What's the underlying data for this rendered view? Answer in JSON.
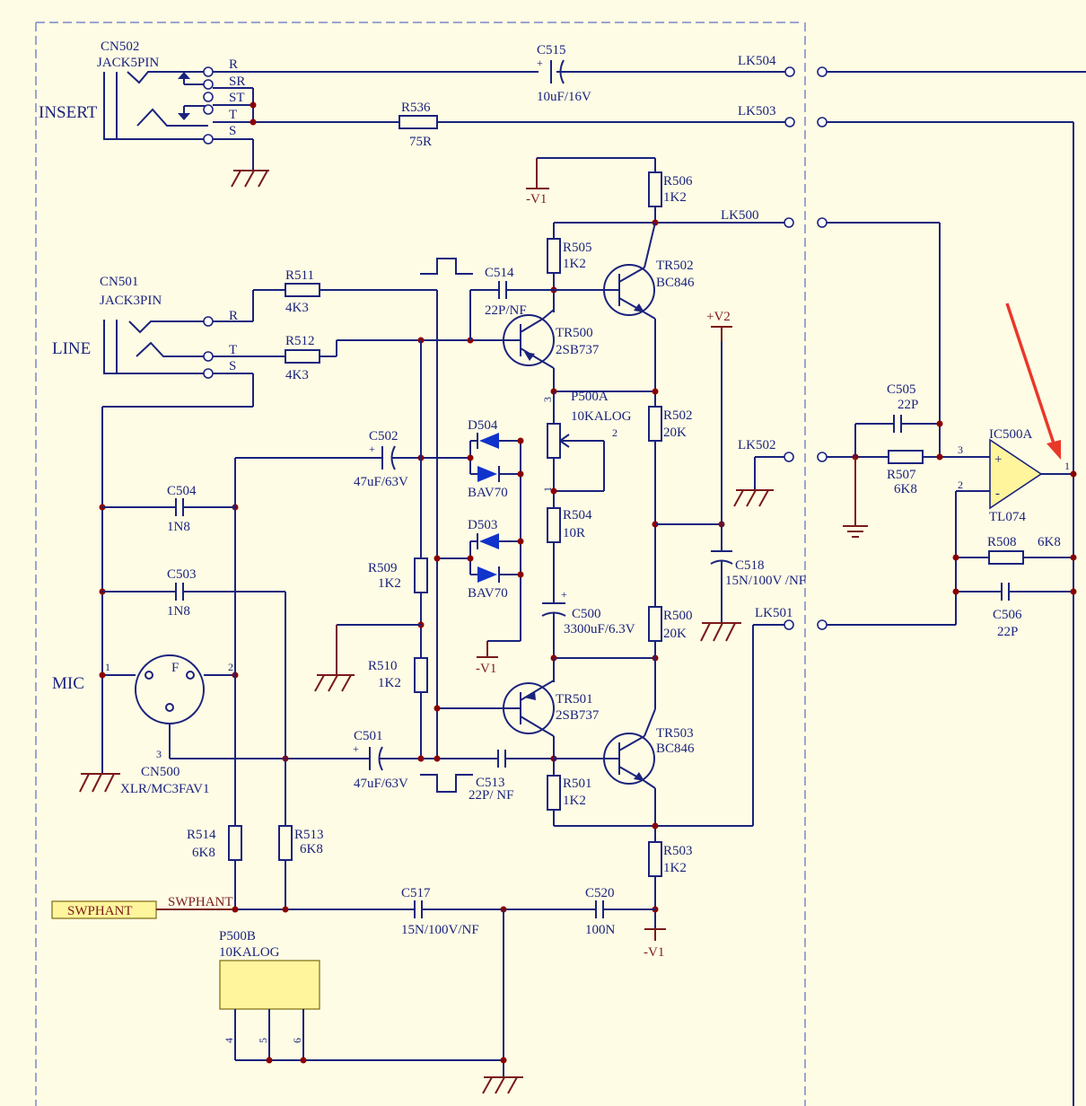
{
  "connectors": {
    "cn502": {
      "ref": "CN502",
      "type": "JACK5PIN",
      "group": "INSERT",
      "pins": [
        "R",
        "SR",
        "ST",
        "T",
        "S"
      ]
    },
    "cn501": {
      "ref": "CN501",
      "type": "JACK3PIN",
      "group": "LINE",
      "pins": [
        "R",
        "T",
        "S"
      ]
    },
    "cn500": {
      "ref": "CN500",
      "type": "XLR/MC3FAV1",
      "group": "MIC",
      "pin1": "1",
      "pin2": "2",
      "pin3": "3",
      "f": "F"
    }
  },
  "links": {
    "lk504": "LK504",
    "lk503": "LK503",
    "lk500": "LK500",
    "lk502": "LK502",
    "lk501": "LK501"
  },
  "capacitors": {
    "c515": {
      "ref": "C515",
      "val": "10uF/16V"
    },
    "c514": {
      "ref": "C514",
      "val": "22P/NF"
    },
    "c502": {
      "ref": "C502",
      "val": "47uF/63V"
    },
    "c504": {
      "ref": "C504",
      "val": "1N8"
    },
    "c503": {
      "ref": "C503",
      "val": "1N8"
    },
    "c501": {
      "ref": "C501",
      "val": "47uF/63V"
    },
    "c513": {
      "ref": "C513",
      "val": "22P/ NF"
    },
    "c500": {
      "ref": "C500",
      "val": "3300uF/6.3V"
    },
    "c518": {
      "ref": "C518",
      "val": "15N/100V  /NF"
    },
    "c505": {
      "ref": "C505",
      "val": "22P"
    },
    "c506": {
      "ref": "C506",
      "val": "22P"
    },
    "c517": {
      "ref": "C517",
      "val": "15N/100V/NF"
    },
    "c520": {
      "ref": "C520",
      "val": "100N"
    }
  },
  "resistors": {
    "r536": {
      "ref": "R536",
      "val": "75R"
    },
    "r506": {
      "ref": "R506",
      "val": "1K2"
    },
    "r505": {
      "ref": "R505",
      "val": "1K2"
    },
    "r511": {
      "ref": "R511",
      "val": "4K3"
    },
    "r512": {
      "ref": "R512",
      "val": "4K3"
    },
    "r509": {
      "ref": "R509",
      "val": "1K2"
    },
    "r510": {
      "ref": "R510",
      "val": "1K2"
    },
    "r502": {
      "ref": "R502",
      "val": "20K"
    },
    "r504": {
      "ref": "R504",
      "val": "10R"
    },
    "r500": {
      "ref": "R500",
      "val": "20K"
    },
    "r501": {
      "ref": "R501",
      "val": "1K2"
    },
    "r503": {
      "ref": "R503",
      "val": "1K2"
    },
    "r514": {
      "ref": "R514",
      "val": "6K8"
    },
    "r513": {
      "ref": "R513",
      "val": "6K8"
    },
    "r507": {
      "ref": "R507",
      "val": "6K8"
    },
    "r508": {
      "ref": "R508",
      "val": "6K8"
    }
  },
  "transistors": {
    "tr500": {
      "ref": "TR500",
      "val": "2SB737"
    },
    "tr502": {
      "ref": "TR502",
      "val": "BC846"
    },
    "tr501": {
      "ref": "TR501",
      "val": "2SB737"
    },
    "tr503": {
      "ref": "TR503",
      "val": "BC846"
    }
  },
  "diodes": {
    "d504": {
      "ref": "D504",
      "val": "BAV70"
    },
    "d503": {
      "ref": "D503",
      "val": "BAV70"
    }
  },
  "pots": {
    "p500a": {
      "ref": "P500A",
      "val": "10KALOG",
      "p1": "1",
      "p2": "2",
      "p3": "3"
    },
    "p500b": {
      "ref": "P500B",
      "val": "10KALOG",
      "p4": "4",
      "p5": "5",
      "p6": "6"
    }
  },
  "opamp": {
    "ref": "IC500A",
    "val": "TL074",
    "plus": "+",
    "minus": "-",
    "pin3": "3",
    "pin2": "2",
    "pin1": "1"
  },
  "rails": {
    "v1": "-V1",
    "v2": "+V2"
  },
  "net": {
    "swphant": "SWPHANT",
    "swphant_port": "SWPHANT"
  },
  "colors": {
    "background": "#FFFCE5",
    "wire": "#1A237E",
    "junction": "#8B0000",
    "ground": "#7A1A1A",
    "port_fill": "#FFF59D",
    "annotation_arrow": "#E8382A"
  }
}
